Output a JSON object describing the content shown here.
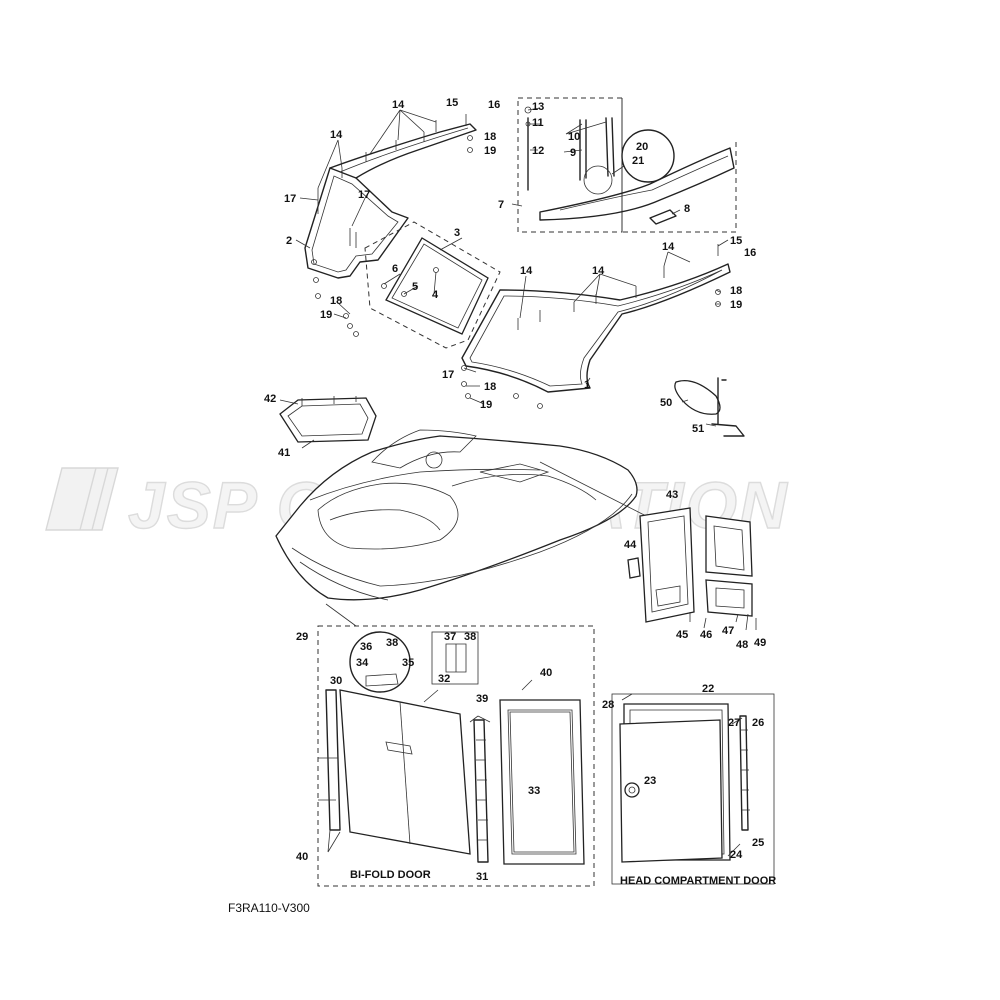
{
  "watermark": {
    "text": "JSP CORPORATION"
  },
  "figure_code": "F3RA110-V300",
  "captions": {
    "bifold": "BI-FOLD DOOR",
    "head": "HEAD COMPARTMENT DOOR"
  },
  "callouts": {
    "c1": "1",
    "c2": "2",
    "c3": "3",
    "c4": "4",
    "c5": "5",
    "c6": "6",
    "c7": "7",
    "c8": "8",
    "c9": "9",
    "c10": "10",
    "c11": "11",
    "c12": "12",
    "c13": "13",
    "c14a": "14",
    "c14b": "14",
    "c14c": "14",
    "c14d": "14",
    "c14e": "14",
    "c15a": "15",
    "c15b": "15",
    "c16a": "16",
    "c16b": "16",
    "c17a": "17",
    "c17b": "17",
    "c17c": "17",
    "c18a": "18",
    "c18b": "18",
    "c18c": "18",
    "c18d": "18",
    "c19a": "19",
    "c19b": "19",
    "c19c": "19",
    "c19d": "19",
    "c20": "20",
    "c21": "21",
    "c22": "22",
    "c23": "23",
    "c24": "24",
    "c25": "25",
    "c26": "26",
    "c27": "27",
    "c28": "28",
    "c29": "29",
    "c30": "30",
    "c31": "31",
    "c32": "32",
    "c33": "33",
    "c34": "34",
    "c35": "35",
    "c36": "36",
    "c37": "37",
    "c38a": "38",
    "c38b": "38",
    "c39": "39",
    "c40a": "40",
    "c40b": "40",
    "c41": "41",
    "c42": "42",
    "c43": "43",
    "c44": "44",
    "c45": "45",
    "c46": "46",
    "c47": "47",
    "c48": "48",
    "c49": "49",
    "c50": "50",
    "c51": "51"
  }
}
